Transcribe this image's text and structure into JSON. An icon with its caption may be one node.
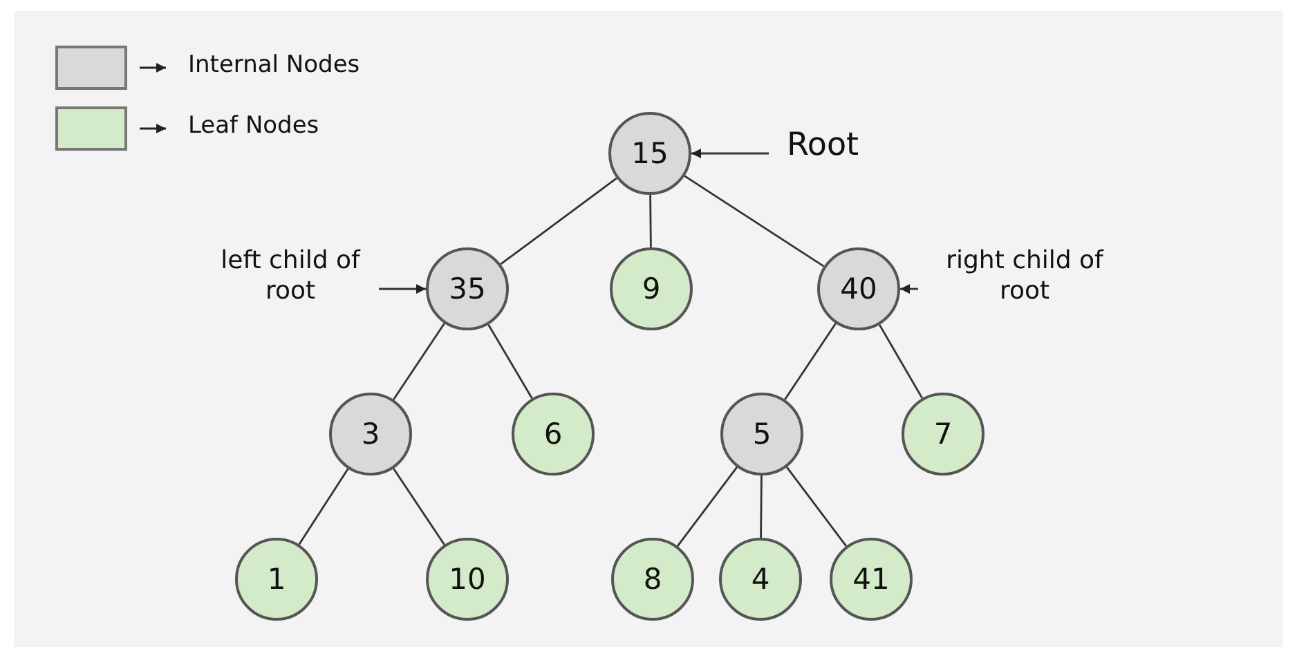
{
  "diagram": {
    "nodes": [
      {
        "text": [
          "15"
        ]
      },
      {
        "text": [
          "35"
        ]
      },
      {
        "text": [
          "9"
        ]
      },
      {
        "text": [
          "40"
        ]
      },
      {
        "text": [
          "3"
        ]
      },
      {
        "text": [
          "6"
        ]
      },
      {
        "text": [
          "5"
        ]
      },
      {
        "text": [
          "7"
        ]
      },
      {
        "text": [
          "1"
        ]
      },
      {
        "text": [
          "10"
        ]
      },
      {
        "text": [
          "8"
        ]
      },
      {
        "text": [
          "4"
        ]
      },
      {
        "text": [
          "41"
        ]
      },
      {
        "text": [
          "Root"
        ]
      },
      {
        "text": [
          "left child of root"
        ]
      },
      {
        "text": [
          "right child of root"
        ]
      }
    ],
    "edges": [
      {
        "from": 0,
        "to": 1,
        "arrow": "none"
      },
      {
        "from": 0,
        "to": 2,
        "arrow": "none"
      },
      {
        "from": 0,
        "to": 3,
        "arrow": "none"
      },
      {
        "from": 1,
        "to": 4,
        "arrow": "none"
      },
      {
        "from": 1,
        "to": 5,
        "arrow": "none"
      },
      {
        "from": 3,
        "to": 6,
        "arrow": "none"
      },
      {
        "from": 3,
        "to": 7,
        "arrow": "none"
      },
      {
        "from": 4,
        "to": 8,
        "arrow": "none"
      },
      {
        "from": 4,
        "to": 9,
        "arrow": "none"
      },
      {
        "from": 6,
        "to": 10,
        "arrow": "none"
      },
      {
        "from": 6,
        "to": 11,
        "arrow": "none"
      },
      {
        "from": 6,
        "to": 12,
        "arrow": "none"
      },
      {
        "from": 13,
        "to": 0,
        "arrow": "to"
      },
      {
        "from": 14,
        "to": 1,
        "arrow": "to"
      },
      {
        "from": 15,
        "to": 3,
        "arrow": "to"
      }
    ],
    "legend": [
      {
        "text": "Internal Nodes",
        "color": "#d9d9d9"
      },
      {
        "text": "Leaf Nodes",
        "color": "#d4ebc9"
      }
    ]
  }
}
